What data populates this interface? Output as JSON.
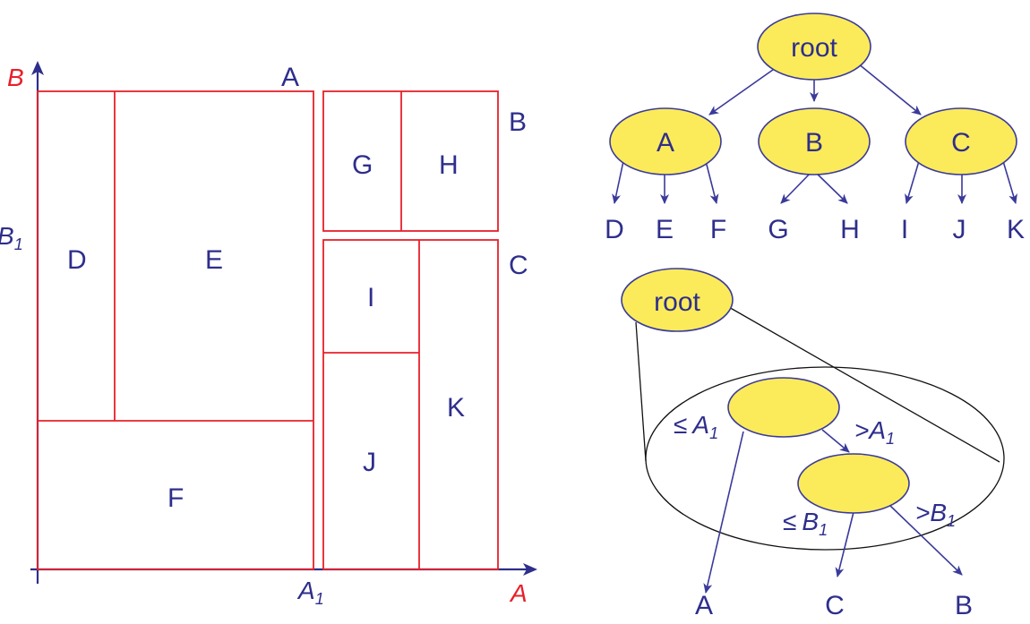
{
  "colors": {
    "region_border": "#e8202a",
    "axis": "#2e2e8c",
    "label": "#2e2e8c",
    "node_fill": "#fbeb5a",
    "node_stroke": "#3a3a9a",
    "zoom_outline": "#111111"
  },
  "partition": {
    "axis_x_label": "A",
    "axis_y_label": "B",
    "split_x_label": "A",
    "split_y_label": "B",
    "split_subscript": "1",
    "group_labels": {
      "A": "A",
      "B": "B",
      "C": "C"
    },
    "regions": {
      "D": "D",
      "E": "E",
      "F": "F",
      "G": "G",
      "H": "H",
      "I": "I",
      "J": "J",
      "K": "K"
    }
  },
  "top_tree": {
    "root": "root",
    "children": [
      "A",
      "B",
      "C"
    ],
    "leaves": [
      "D",
      "E",
      "F",
      "G",
      "H",
      "I",
      "J",
      "K"
    ]
  },
  "bottom_tree": {
    "root": "root",
    "cond_le_a": "≤",
    "cond_gt_a": ">",
    "cond_le_b": "≤",
    "cond_gt_b": ">",
    "var_a": "A",
    "var_b": "B",
    "subscript": "1",
    "leaves": [
      "A",
      "C",
      "B"
    ]
  }
}
